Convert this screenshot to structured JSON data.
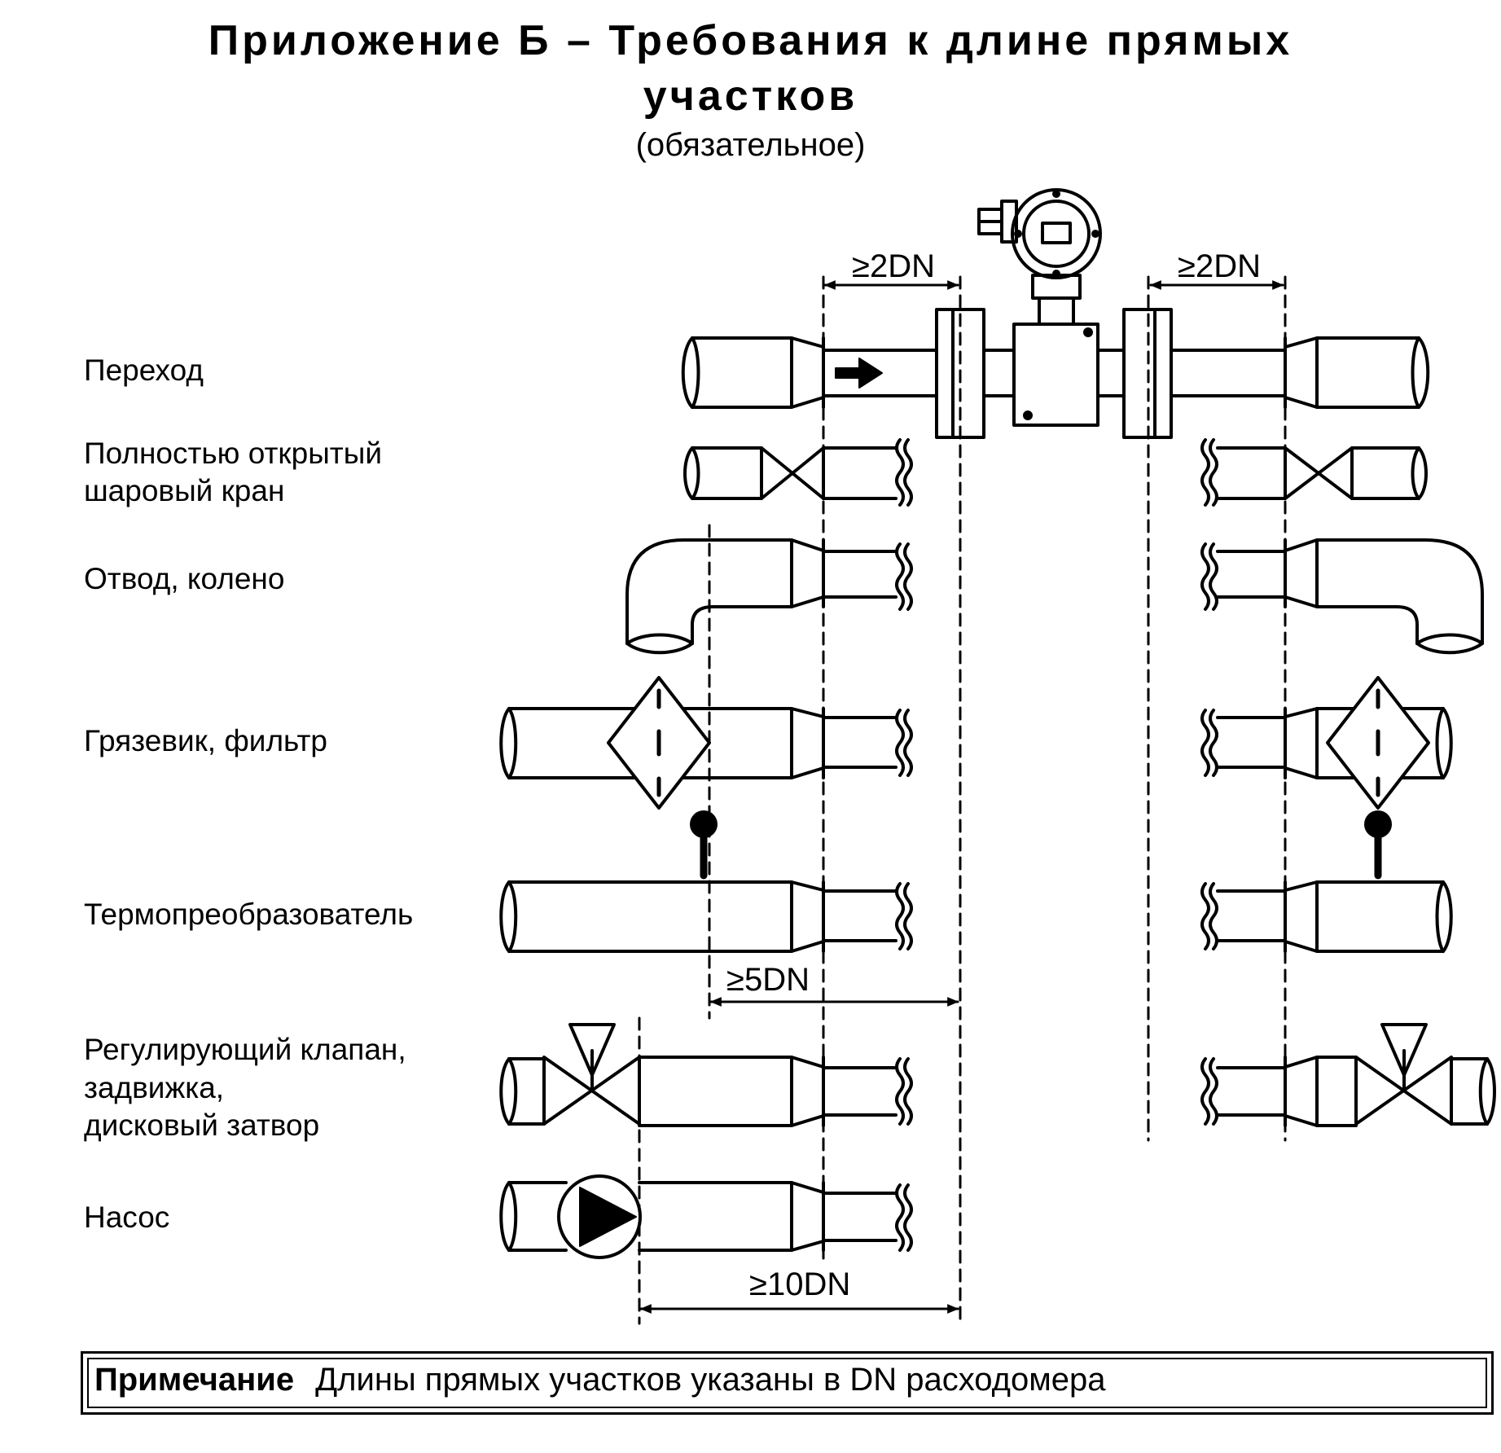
{
  "header": {
    "title_line1": "Приложение Б – Требования к длине прямых",
    "title_line2": "участков",
    "subtitle": "(обязательное)"
  },
  "rows": [
    {
      "label_lines": [
        "Переход"
      ]
    },
    {
      "label_lines": [
        "Полностью открытый",
        "шаровый кран"
      ]
    },
    {
      "label_lines": [
        "Отвод, колено"
      ]
    },
    {
      "label_lines": [
        "Грязевик, фильтр"
      ]
    },
    {
      "label_lines": [
        "Термопреобразователь"
      ]
    },
    {
      "label_lines": [
        "Регулирующий клапан,",
        "задвижка,",
        "дисковый затвор"
      ]
    },
    {
      "label_lines": [
        "Насос"
      ]
    }
  ],
  "dimensions": {
    "upstream_transition": "≥2DN",
    "downstream_transition": "≥2DN",
    "upstream_filter_thermo": "≥5DN",
    "upstream_valve_pump": "≥10DN"
  },
  "note": {
    "heading": "Примечание",
    "text": "Длины прямых участков указаны в DN расходомера"
  }
}
